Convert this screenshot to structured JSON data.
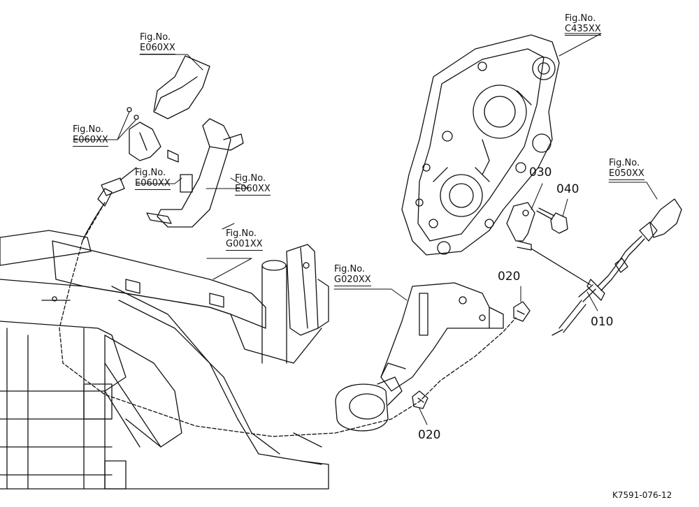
{
  "refs": [
    {
      "line1": "Fig.No.",
      "line2": "E060XX"
    },
    {
      "line1": "Fig.No.",
      "line2": "E060XX"
    },
    {
      "line1": "Fig.No.",
      "line2": "E060XX"
    },
    {
      "line1": "Fig.No.",
      "line2": "E060XX"
    },
    {
      "line1": "Fig.No.",
      "line2": "G001XX"
    },
    {
      "line1": "Fig.No.",
      "line2": "C435XX"
    },
    {
      "line1": "Fig.No.",
      "line2": "E050XX"
    },
    {
      "line1": "Fig.No.",
      "line2": "G020XX"
    }
  ],
  "parts": [
    "030",
    "040",
    "010",
    "020",
    "020"
  ],
  "drawing_code": "K7591-076-12"
}
